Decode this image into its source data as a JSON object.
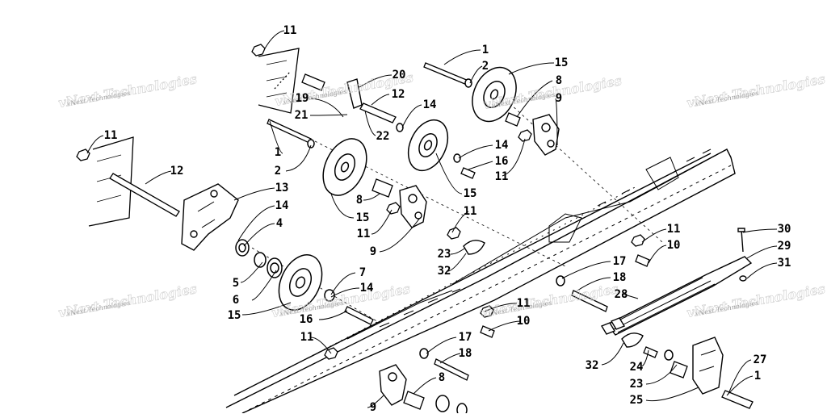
{
  "watermark": {
    "text": "vNext Technologies"
  },
  "callouts": [
    {
      "id": "11a",
      "text": "11"
    },
    {
      "id": "1a",
      "text": "1"
    },
    {
      "id": "2a",
      "text": "2"
    },
    {
      "id": "15a",
      "text": "15"
    },
    {
      "id": "20a",
      "text": "20"
    },
    {
      "id": "8a",
      "text": "8"
    },
    {
      "id": "12a",
      "text": "12"
    },
    {
      "id": "9a",
      "text": "9"
    },
    {
      "id": "19a",
      "text": "19"
    },
    {
      "id": "14a",
      "text": "14"
    },
    {
      "id": "21a",
      "text": "21"
    },
    {
      "id": "22a",
      "text": "22"
    },
    {
      "id": "11b",
      "text": "11"
    },
    {
      "id": "14b",
      "text": "14"
    },
    {
      "id": "1b",
      "text": "1"
    },
    {
      "id": "16a",
      "text": "16"
    },
    {
      "id": "2b",
      "text": "2"
    },
    {
      "id": "11c",
      "text": "11"
    },
    {
      "id": "12b",
      "text": "12"
    },
    {
      "id": "13a",
      "text": "13"
    },
    {
      "id": "8b",
      "text": "8"
    },
    {
      "id": "15b",
      "text": "15"
    },
    {
      "id": "14c",
      "text": "14"
    },
    {
      "id": "15c",
      "text": "15"
    },
    {
      "id": "11d",
      "text": "11"
    },
    {
      "id": "4a",
      "text": "4"
    },
    {
      "id": "11e",
      "text": "11"
    },
    {
      "id": "30a",
      "text": "30"
    },
    {
      "id": "9b",
      "text": "9"
    },
    {
      "id": "11f",
      "text": "11"
    },
    {
      "id": "29a",
      "text": "29"
    },
    {
      "id": "23a",
      "text": "23"
    },
    {
      "id": "10a",
      "text": "10"
    },
    {
      "id": "31a",
      "text": "31"
    },
    {
      "id": "32a",
      "text": "32"
    },
    {
      "id": "17a",
      "text": "17"
    },
    {
      "id": "7a",
      "text": "7"
    },
    {
      "id": "18a",
      "text": "18"
    },
    {
      "id": "5a",
      "text": "5"
    },
    {
      "id": "14d",
      "text": "14"
    },
    {
      "id": "28a",
      "text": "28"
    },
    {
      "id": "6a",
      "text": "6"
    },
    {
      "id": "11g",
      "text": "11"
    },
    {
      "id": "15d",
      "text": "15"
    },
    {
      "id": "16b",
      "text": "16"
    },
    {
      "id": "10b",
      "text": "10"
    },
    {
      "id": "11h",
      "text": "11"
    },
    {
      "id": "17b",
      "text": "17"
    },
    {
      "id": "18b",
      "text": "18"
    },
    {
      "id": "27a",
      "text": "27"
    },
    {
      "id": "32b",
      "text": "32"
    },
    {
      "id": "24a",
      "text": "24"
    },
    {
      "id": "1c",
      "text": "1"
    },
    {
      "id": "8c",
      "text": "8"
    },
    {
      "id": "23b",
      "text": "23"
    },
    {
      "id": "25a",
      "text": "25"
    },
    {
      "id": "9c",
      "text": "9"
    }
  ]
}
